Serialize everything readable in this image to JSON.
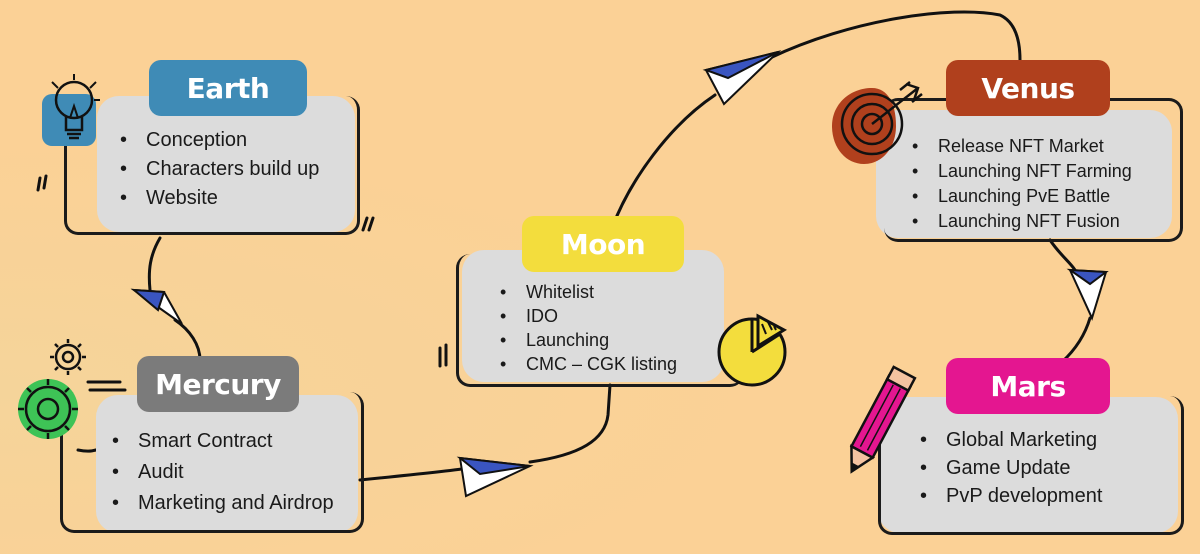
{
  "colors": {
    "background": "#fbd196",
    "earth": "#3f8bb6",
    "mercury": "#7b7b7b",
    "moon": "#f3dd3d",
    "venus": "#b0401d",
    "mars": "#e41690",
    "card": "#dcdcdc"
  },
  "stages": {
    "earth": {
      "title": "Earth",
      "items": [
        "Conception",
        "Characters build up",
        "Website"
      ],
      "icon": "lightbulb-icon"
    },
    "mercury": {
      "title": "Mercury",
      "items": [
        "Smart Contract",
        "Audit",
        "Marketing and Airdrop"
      ],
      "icon": "gears-icon"
    },
    "moon": {
      "title": "Moon",
      "items": [
        "Whitelist",
        "IDO",
        "Launching",
        "CMC – CGK listing"
      ],
      "icon": "pie-chart-icon"
    },
    "venus": {
      "title": "Venus",
      "items": [
        "Release NFT Market",
        "Launching NFT Farming",
        "Launching PvE Battle",
        "Launching NFT Fusion"
      ],
      "icon": "target-icon"
    },
    "mars": {
      "title": "Mars",
      "items": [
        "Global Marketing",
        "Game Update",
        "PvP development"
      ],
      "icon": "pencil-icon"
    }
  }
}
